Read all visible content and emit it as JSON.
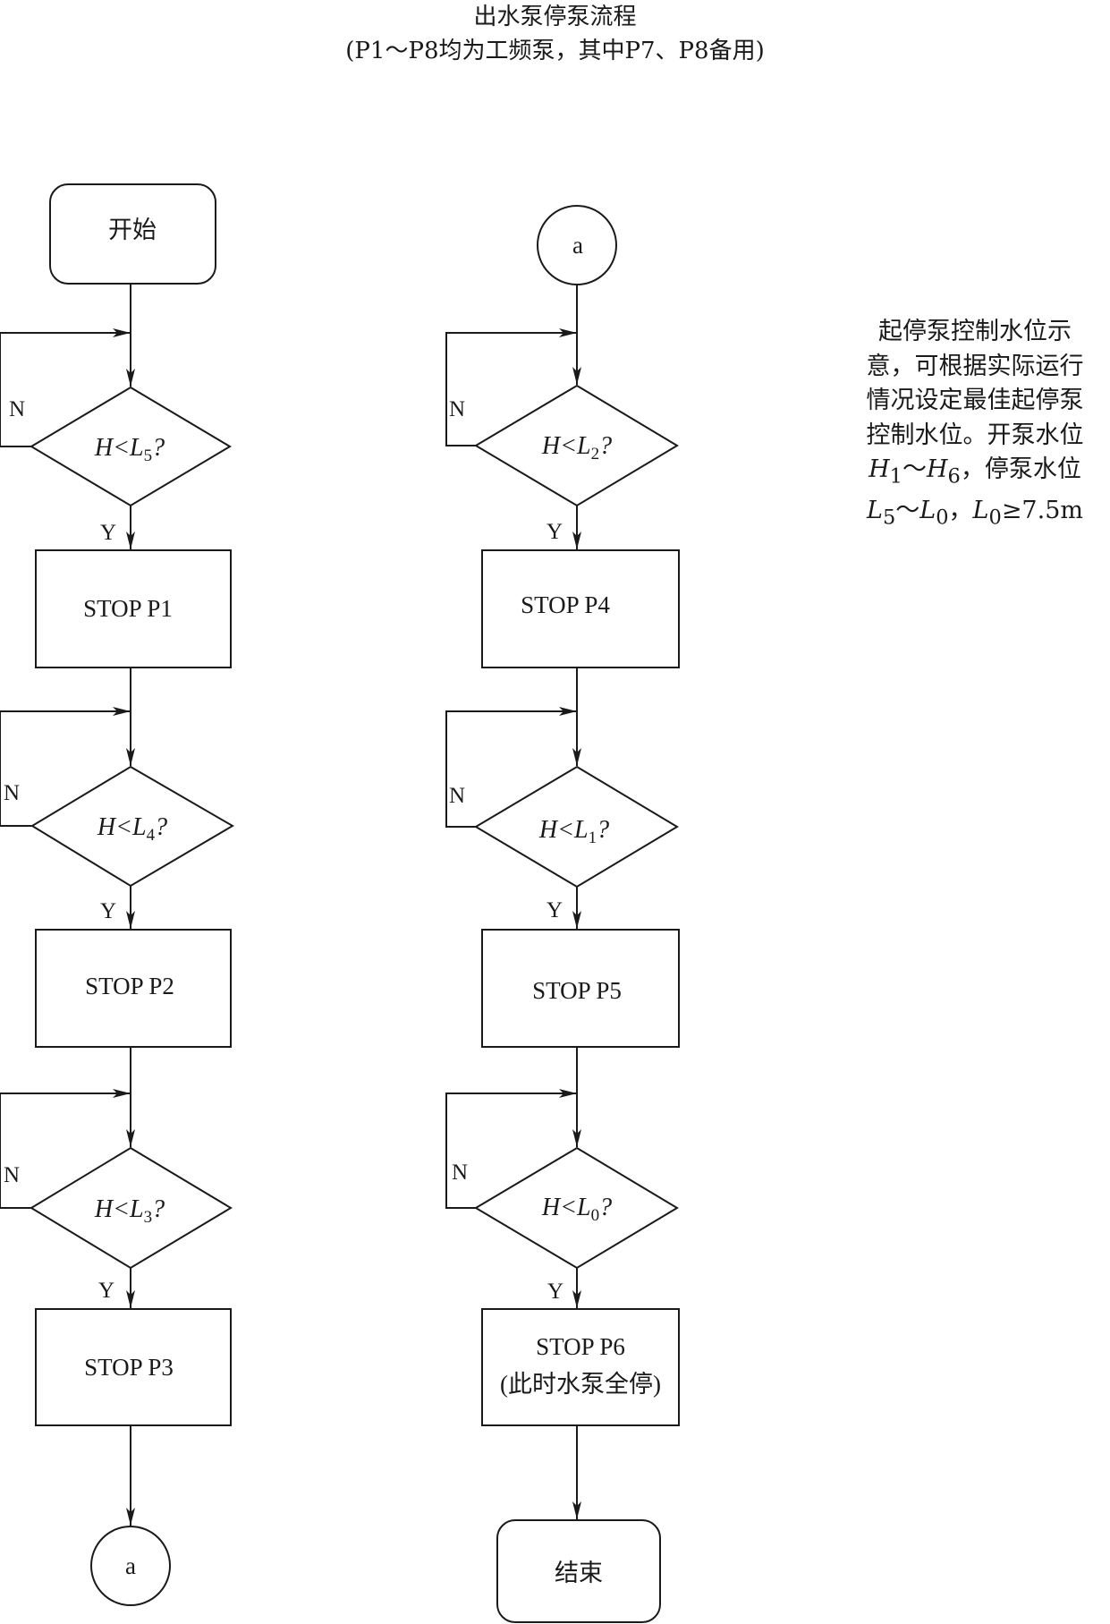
{
  "title": {
    "line1": "出水泵停泵流程",
    "line2": "(P1～P8均为工频泵，其中P7、P8备用)"
  },
  "note": {
    "lines": [
      "起停泵控制水位示",
      "意，可根据实际运行",
      "情况设定最佳起停泵",
      "控制水位。开泵水位"
    ],
    "line5": {
      "h": "H",
      "s1": "1",
      "tilde": "～",
      "h2": "H",
      "s2": "6",
      "rest": "，停泵水位"
    },
    "line6": {
      "l": "L",
      "s1": "5",
      "tilde": "～",
      "l2": "L",
      "s2": "0",
      "comma": "，",
      "l3": "L",
      "s3": "0",
      "rest": "≥7.5m"
    }
  },
  "labels": {
    "yes": "Y",
    "no": "N"
  },
  "flow": {
    "start": "开始",
    "end": "结束",
    "connector": "a",
    "decisions": [
      {
        "var": "H",
        "op": "<",
        "lvar": "L",
        "sub": "5",
        "q": "?"
      },
      {
        "var": "H",
        "op": "<",
        "lvar": "L",
        "sub": "4",
        "q": "?"
      },
      {
        "var": "H",
        "op": "<",
        "lvar": "L",
        "sub": "3",
        "q": "?"
      },
      {
        "var": "H",
        "op": "<",
        "lvar": "L",
        "sub": "2",
        "q": "?"
      },
      {
        "var": "H",
        "op": "<",
        "lvar": "L",
        "sub": "1",
        "q": "?"
      },
      {
        "var": "H",
        "op": "<",
        "lvar": "L",
        "sub": "0",
        "q": "?"
      }
    ],
    "actions": [
      "STOP P1",
      "STOP P2",
      "STOP P3",
      "STOP P4",
      "STOP P5",
      "STOP P6"
    ],
    "action_note": "(此时水泵全停)"
  }
}
